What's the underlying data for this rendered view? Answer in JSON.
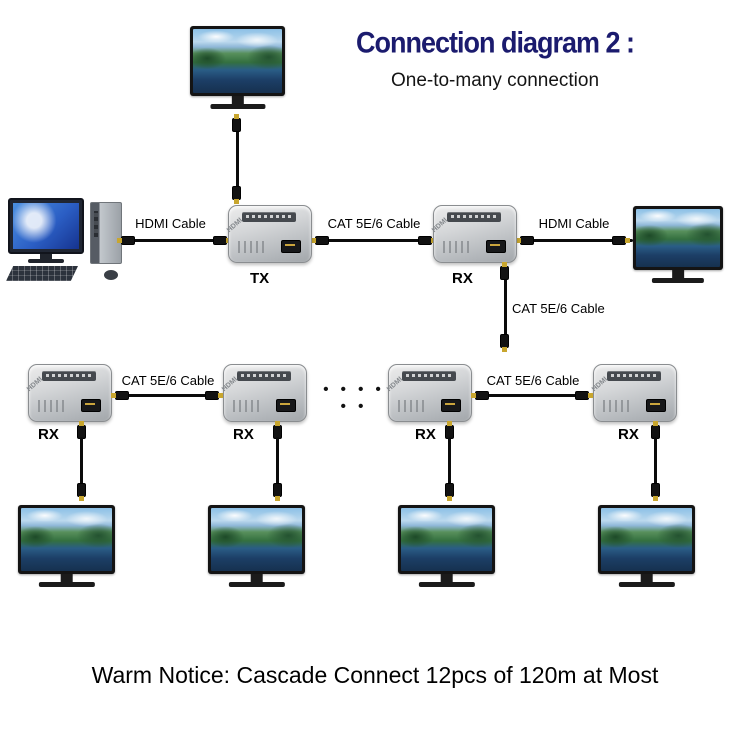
{
  "header": {
    "title": "Connection diagram 2 :",
    "subtitle": "One-to-many connection"
  },
  "cable_labels": {
    "hdmi": "HDMI Cable",
    "cat": "CAT 5E/6 Cable"
  },
  "device_labels": {
    "tx": "TX",
    "rx": "RX"
  },
  "extender": {
    "port_logo": "HDMI"
  },
  "ellipsis": "• • • • • •",
  "notice": "Warm Notice: Cascade Connect 12pcs of 120m at Most",
  "colors": {
    "title_text": "#1b1b6e",
    "body_text": "#000000",
    "cable": "#0b0b0b",
    "extender_body": "#c9ccd0",
    "connector_gold": "#c8a62e"
  }
}
